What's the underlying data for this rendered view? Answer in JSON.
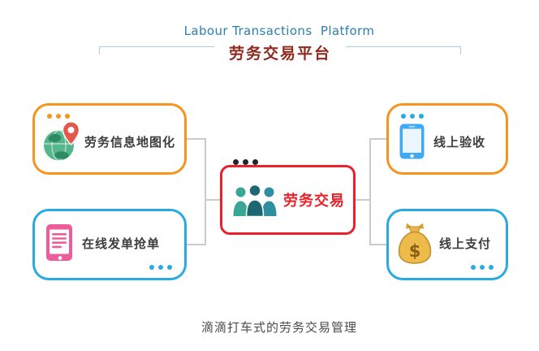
{
  "header": {
    "title_en": "Labour Transactions  Platform",
    "title_zh": "劳务交易平台"
  },
  "diagram": {
    "nodes": {
      "map": {
        "label": "劳务信息地图化",
        "icon": "globe-map-pin-icon"
      },
      "order": {
        "label": "在线发单抢单",
        "icon": "tablet-order-icon"
      },
      "center": {
        "label": "劳务交易",
        "icon": "people-group-icon"
      },
      "accept": {
        "label": "线上验收",
        "icon": "phone-icon"
      },
      "pay": {
        "label": "线上支付",
        "icon": "money-bag-icon",
        "currency_symbol": "$"
      }
    }
  },
  "footer": {
    "caption": "滴滴打车式的劳务交易管理"
  },
  "colors": {
    "orange": "#f7941e",
    "blue": "#29abe2",
    "red": "#e8212b",
    "title_en_color": "#2b7fae",
    "title_zh_color": "#8e2a1e",
    "connector": "#cbcbcb",
    "rule_color": "#a9cee3"
  }
}
